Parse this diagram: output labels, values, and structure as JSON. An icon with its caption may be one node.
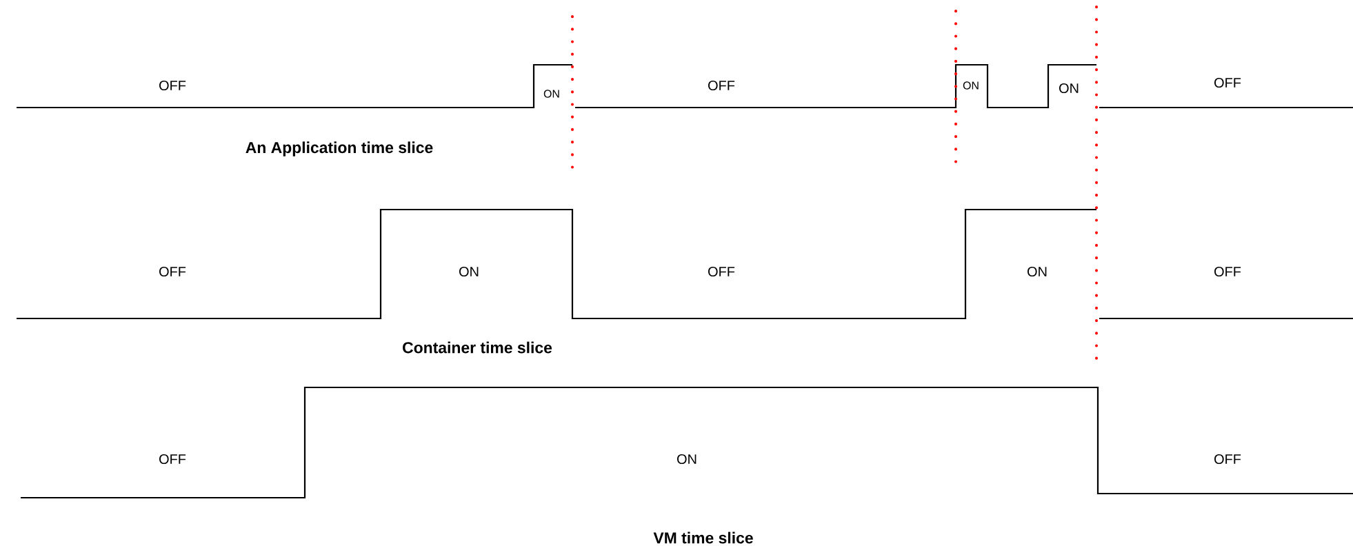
{
  "diagram": {
    "labels": [
      "OFF",
      "ON",
      "OFF",
      "ON",
      "ON",
      "OFF",
      "An Application time slice",
      "OFF",
      "ON",
      "OFF",
      "ON",
      "OFF",
      "Container time slice",
      "OFF",
      "ON",
      "OFF",
      "VM time slice"
    ]
  }
}
